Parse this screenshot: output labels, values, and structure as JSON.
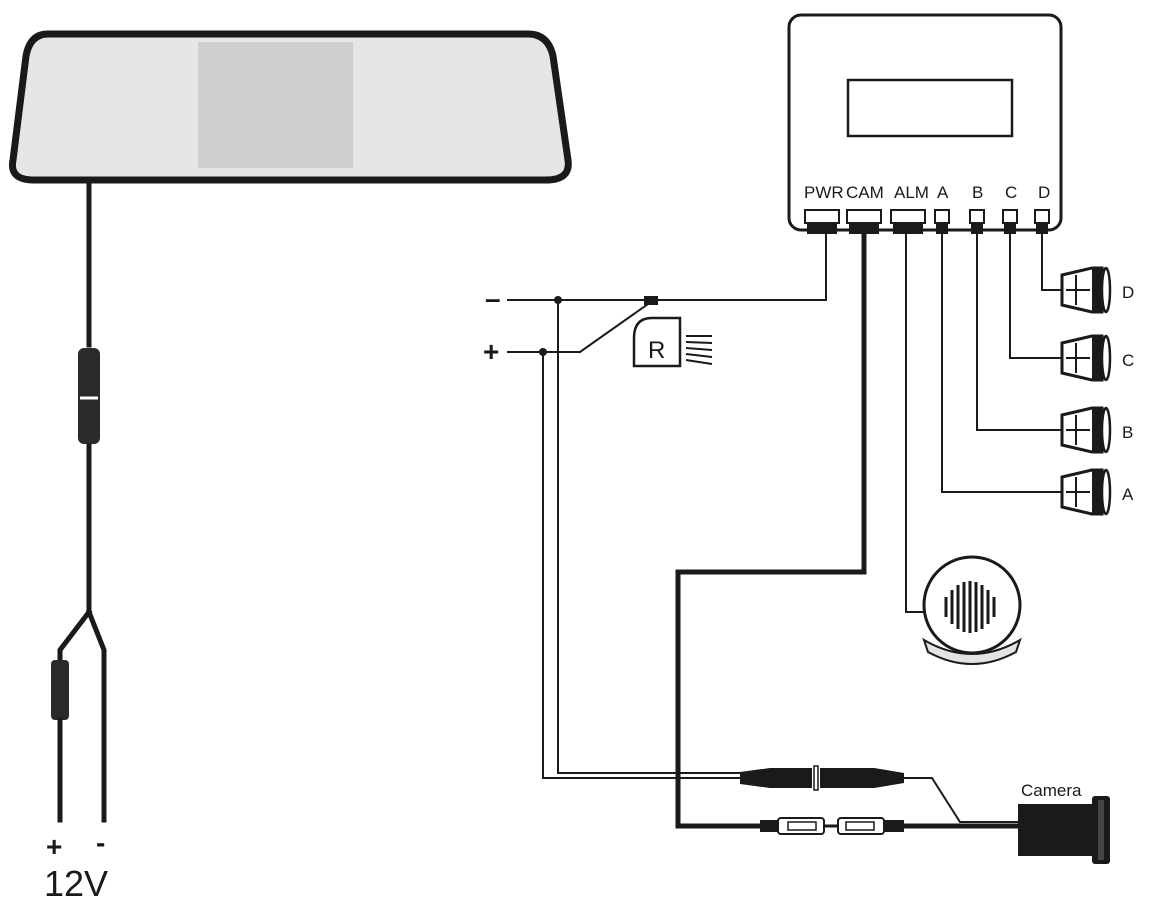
{
  "control_unit": {
    "ports": [
      "PWR",
      "CAM",
      "ALM",
      "A",
      "B",
      "C",
      "D"
    ]
  },
  "sensors": [
    "D",
    "C",
    "B",
    "A"
  ],
  "power_input": {
    "minus": "–",
    "plus": "+"
  },
  "reverse_symbol": "R",
  "camera_label": "Camera",
  "mirror_power": {
    "plus": "+",
    "minus": "-",
    "voltage": "12V"
  }
}
